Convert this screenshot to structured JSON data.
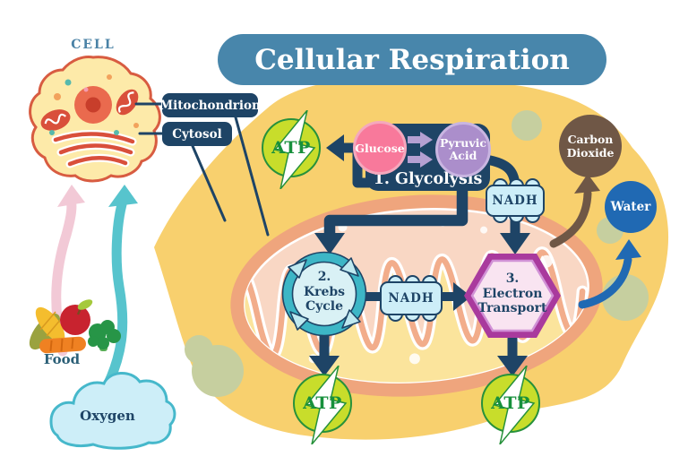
{
  "title": {
    "text": "Cellular Respiration"
  },
  "cell": {
    "heading": "CELL",
    "callout_mitochondrion": "Mitochondrion",
    "callout_cytosol": "Cytosol"
  },
  "glycolysis": {
    "step_label": "1. Glycolysis",
    "glucose_label": "Glucose",
    "pyruvic_lines": [
      "Pyruvic",
      "Acid"
    ]
  },
  "stages": {
    "krebs_lines": [
      "2.",
      "Krebs",
      "Cycle"
    ],
    "electron_lines": [
      "3.",
      "Electron",
      "Transport"
    ]
  },
  "molecules": {
    "atp": "ATP",
    "nadh": "NADH",
    "water": "Water",
    "carbon_dioxide_lines": [
      "Carbon",
      "Dioxide"
    ]
  },
  "inputs": {
    "food_label": "Food",
    "oxygen_label": "Oxygen"
  },
  "colors": {
    "title_bg": "#4886ab",
    "navy": "#1e4466",
    "cytosol_yellow": "#f8d06e",
    "cell_fill": "#fdeaa9",
    "cell_outline": "#d85c41",
    "mito_membrane": "#efa57d",
    "mito_fill": "#f9d7c4",
    "mito_matrix": "#fbe49c",
    "atp_fill": "#c8dd2b",
    "atp_green": "#27913b",
    "glucose_pink": "#f8799b",
    "pyruvic_purple": "#ab8ecb",
    "nadh_blue": "#cdeef8",
    "krebs_teal": "#3db6c6",
    "electron_magenta": "#a93a9d",
    "carbon_brown": "#6f5746",
    "water_blue": "#2069b3",
    "oxygen_teal": "#46b8cb",
    "food_arrow_pink": "#f2c9d6",
    "sage_green": "#c6cf9f"
  }
}
